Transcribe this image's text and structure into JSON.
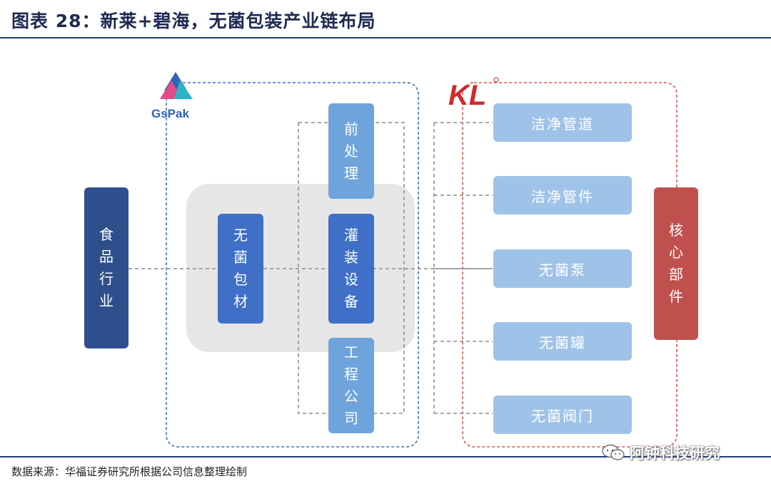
{
  "title": "图表 28：新莱+碧海，无菌包装产业链布局",
  "source": "数据来源：华福证券研究所根据公司信息整理绘制",
  "watermark": "阿钟科技研究",
  "logos": {
    "gspak": "GsPak",
    "kl": "KL"
  },
  "nodes": {
    "food_industry": "食品行业",
    "aseptic_material": "无菌包材",
    "pretreatment": "前处理",
    "filling_equipment": "灌装设备",
    "engineering_company": "工程公司",
    "core_parts": "核心部件"
  },
  "parts": [
    "洁净管道",
    "洁净管件",
    "无菌泵",
    "无菌罐",
    "无菌阀门"
  ],
  "colors": {
    "navy": "#2e4f8c",
    "blue": "#3f6fc6",
    "light_blue": "#6fa3dc",
    "pale_blue": "#9fc3e8",
    "red": "#c0504d",
    "gray_panel": "#e6e6e6"
  }
}
